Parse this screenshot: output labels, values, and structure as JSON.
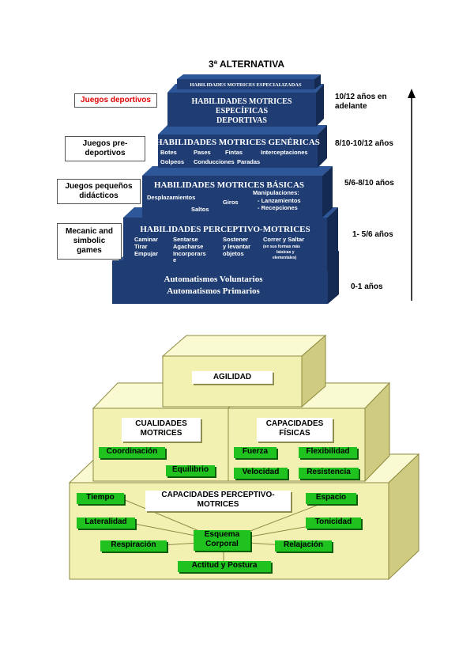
{
  "top": {
    "title": "3ª ALTERNATIVA",
    "levels": [
      {
        "title": "HABILIDADES MOTRICES ESPECIALIZADAS"
      },
      {
        "title_lines": [
          "HABILIDADES MOTRICES",
          "ESPECÍFICAS",
          "DEPORTIVAS"
        ]
      },
      {
        "title": "HABILIDADES MOTRICES GENÉRICAS",
        "items": [
          "Botes",
          "Pases",
          "Fintas",
          "Interceptaciones",
          "Golpeos",
          "Conducciones",
          "Paradas"
        ]
      },
      {
        "title": "HABILIDADES MOTRICES BÁSICAS",
        "items": [
          "Desplazamientos",
          "Saltos",
          "Giros",
          "Manipulaciones:",
          "- Lanzamientos",
          "- Recepciones"
        ]
      },
      {
        "title": "HABILIDADES PERCEPTIVO-MOTRICES",
        "items": [
          "Caminar",
          "Tirar",
          "Empujar",
          "Sentarse",
          "Agacharse",
          "Incorporars",
          "e",
          "Sostener",
          "y levantar",
          "objetos",
          "Correr y Saltar",
          "(en sus formas más",
          "básicas y",
          "elementales)"
        ]
      },
      {
        "title_lines": [
          "Automatismos Voluntarios",
          "Automatismos Primarios"
        ]
      }
    ],
    "side_labels": [
      {
        "lines": [
          "Juegos deportivos"
        ],
        "color": "#e00000"
      },
      {
        "lines": [
          "Juegos pre-",
          "deportivos"
        ],
        "color": "#000000"
      },
      {
        "lines": [
          "Juegos pequeños",
          "didácticos"
        ],
        "color": "#000000"
      },
      {
        "lines": [
          "Mecanic and",
          "simbolic",
          "games"
        ],
        "color": "#000000"
      }
    ],
    "ages": [
      {
        "lines": [
          "10/12  años en",
          "adelante"
        ]
      },
      {
        "lines": [
          "8/10-10/12  años"
        ]
      },
      {
        "lines": [
          "5/6-8/10 años"
        ]
      },
      {
        "lines": [
          "1- 5/6 años"
        ]
      },
      {
        "lines": [
          "0-1 años"
        ]
      }
    ],
    "colors": {
      "block_front": "#1f3d73",
      "block_top": "#2e5799",
      "block_side": "#142a52",
      "arrow": "#000000"
    }
  },
  "bottom": {
    "top_label": "AGILIDAD",
    "left_title_lines": [
      "CUALIDADES",
      "MOTRICES"
    ],
    "left_items": [
      "Coordinación",
      "Equilibrio"
    ],
    "right_title_lines": [
      "CAPACIDADES",
      "FÍSICAS"
    ],
    "right_items": [
      "Fuerza",
      "Flexibilidad",
      "Velocidad",
      "Resistencia"
    ],
    "base_title_lines": [
      "CAPACIDADES PERCEPTIVO-",
      "MOTRICES"
    ],
    "base_items": [
      "Tiempo",
      "Espacio",
      "Lateralidad",
      "Tonicidad",
      "Respiración",
      "Relajación",
      "Actitud y Postura"
    ],
    "center_lines": [
      "Esquema",
      "Corporal"
    ],
    "colors": {
      "box_front": "#f3f1b2",
      "box_top": "#fafad2",
      "box_side": "#cfcb80",
      "box_edge": "#8e8a40",
      "green": "#1fc21f"
    }
  }
}
